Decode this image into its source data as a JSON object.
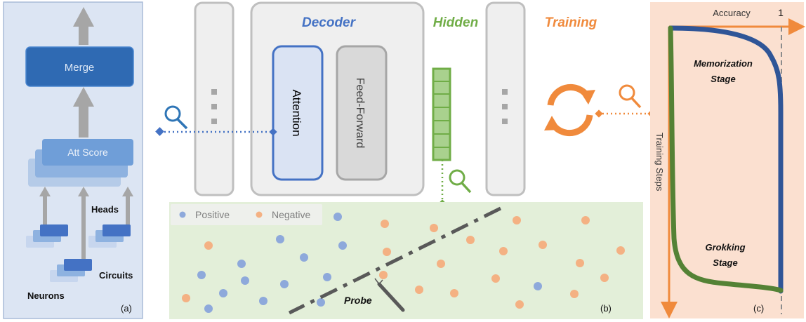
{
  "panel_a": {
    "merge_label": "Merge",
    "att_score_label": "Att Score",
    "heads_label": "Heads",
    "circuits_label": "Circuits",
    "neurons_label": "Neurons",
    "panel_tag": "(a)"
  },
  "panel_b": {
    "decoder_label": "Decoder",
    "attention_label": "Attention",
    "feed_forward_label": "Feed-Forward",
    "hidden_label": "Hidden",
    "training_label": "Training",
    "legend_positive": "Positive",
    "legend_negative": "Negative",
    "probe_label": "Probe",
    "panel_tag": "(b)"
  },
  "panel_c": {
    "x_axis_label": "Accuracy",
    "x_axis_max": "1",
    "y_axis_label": "Training Steps",
    "memorization_label_1": "Memorization",
    "memorization_label_2": "Stage",
    "grokking_label_1": "Grokking",
    "grokking_label_2": "Stage",
    "panel_tag": "(c)"
  },
  "colors": {
    "panel_a_bg": "#dce5f3",
    "panel_b_bg": "#e3efd9",
    "panel_c_bg": "#fbe0d0",
    "blue": "#4472c4",
    "green": "#70ad47",
    "orange": "#f08a3c",
    "positive_dot": "#8ea9db",
    "negative_dot": "#f4b183"
  },
  "icons": [
    "magnifier-icon",
    "cycle-arrows-icon",
    "probe-needle-icon",
    "ellipsis-icon"
  ]
}
